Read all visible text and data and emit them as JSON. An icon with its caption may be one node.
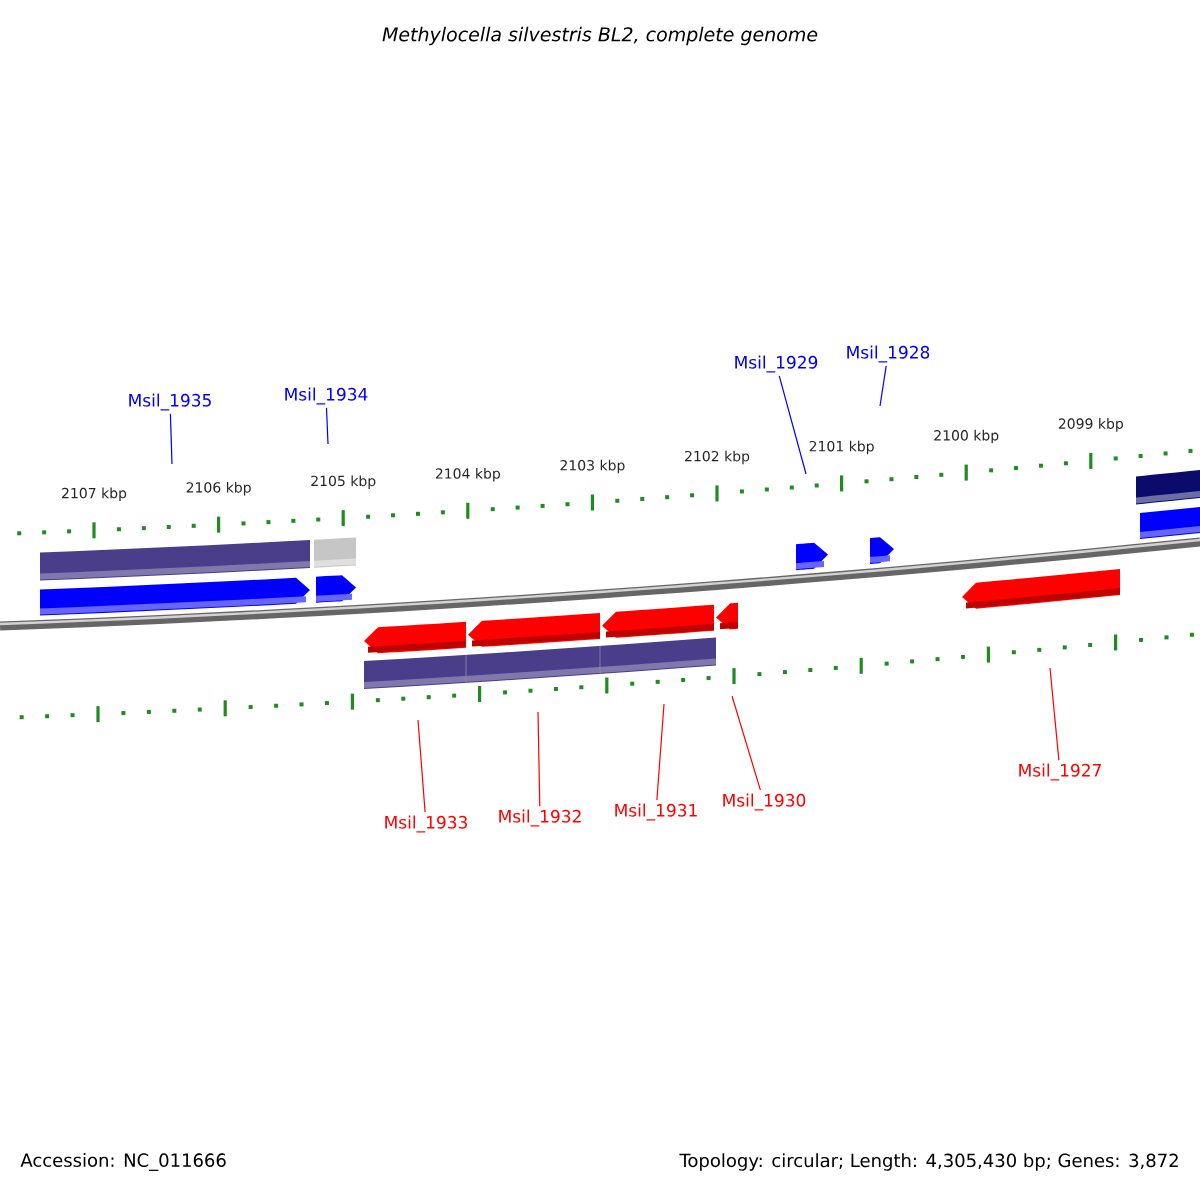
{
  "diagram": {
    "title": "Methylocella silvestris BL2, complete genome",
    "nodes": [
      {
        "text": [
          "Msil_1935"
        ]
      },
      {
        "text": [
          "Msil_1934"
        ]
      },
      {
        "text": [
          "Msil_1929"
        ]
      },
      {
        "text": [
          "Msil_1928"
        ]
      },
      {
        "text": [
          "Msil_1933"
        ]
      },
      {
        "text": [
          "Msil_1932"
        ]
      },
      {
        "text": [
          "Msil_1931"
        ]
      },
      {
        "text": [
          "Msil_1930"
        ]
      },
      {
        "text": [
          "Msil_1927"
        ]
      }
    ],
    "edges": [
      {
        "from": 0,
        "to": null,
        "arrow": "none",
        "color": "#0000ff"
      },
      {
        "from": 1,
        "to": null,
        "arrow": "none",
        "color": "#0000ff"
      },
      {
        "from": 2,
        "to": null,
        "arrow": "none",
        "color": "#0000ff"
      },
      {
        "from": 3,
        "to": null,
        "arrow": "none",
        "color": "#0000ff"
      },
      {
        "from": 4,
        "to": null,
        "arrow": "none",
        "color": "#ff0000"
      },
      {
        "from": 5,
        "to": null,
        "arrow": "none",
        "color": "#ff0000"
      },
      {
        "from": 6,
        "to": null,
        "arrow": "none",
        "color": "#ff0000"
      },
      {
        "from": 7,
        "to": null,
        "arrow": "none",
        "color": "#ff0000"
      },
      {
        "from": 8,
        "to": null,
        "arrow": "none",
        "color": "#ff0000"
      }
    ],
    "labels": [
      "2107 kbp",
      "2106 kbp",
      "2105 kbp",
      "2104 kbp",
      "2103 kbp",
      "2102 kbp",
      "2101 kbp",
      "2100 kbp",
      "2099 kbp",
      "Accession: NC_011666",
      "Topology: circular; Length: 4,305,430 bp; Genes: 3,872"
    ]
  }
}
